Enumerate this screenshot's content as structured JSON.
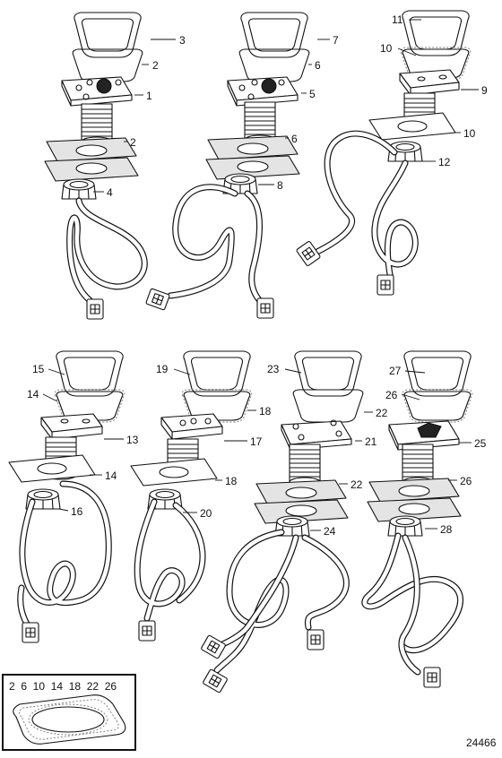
{
  "callouts": {
    "top": [
      "3",
      "2",
      "1",
      "2",
      "4",
      "7",
      "6",
      "5",
      "6",
      "8",
      "11",
      "10",
      "9",
      "10",
      "12"
    ],
    "bottom": [
      "15",
      "14",
      "13",
      "14",
      "16",
      "19",
      "18",
      "17",
      "18",
      "20",
      "23",
      "22",
      "21",
      "22",
      "24",
      "27",
      "26",
      "25",
      "26",
      "28"
    ]
  },
  "legend": {
    "numbers": "2  6  10  14  18  22  26"
  },
  "figure_id": "24466",
  "colors": {
    "line": "#111111",
    "gasket_fill": "#e4e4e4",
    "background": "#ffffff"
  }
}
